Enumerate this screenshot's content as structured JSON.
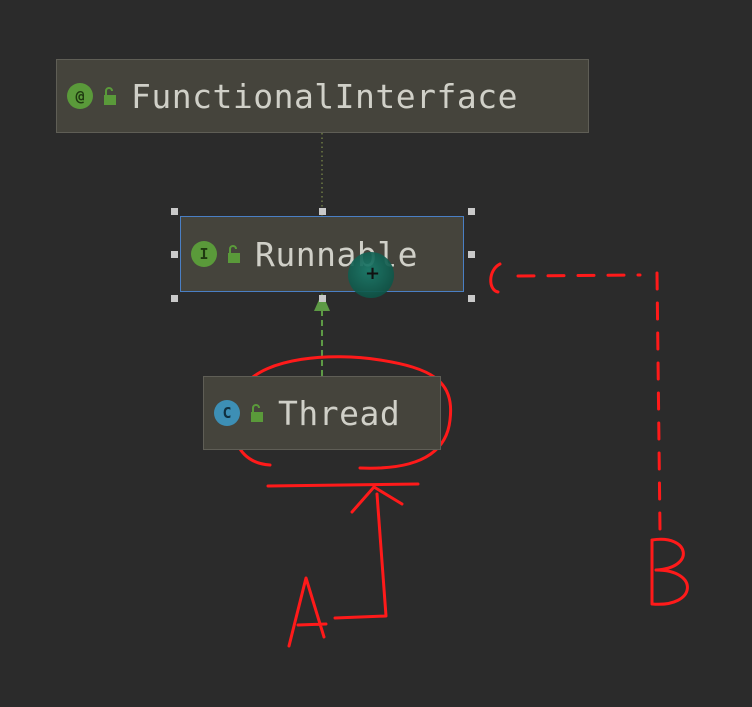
{
  "diagram": {
    "nodes": [
      {
        "id": "functional-interface",
        "label": "FunctionalInterface",
        "kind_icon": "annotation-icon",
        "kind_glyph": "@",
        "kind_color": "#5a9a3a"
      },
      {
        "id": "runnable",
        "label": "Runnable",
        "kind_icon": "interface-icon",
        "kind_glyph": "I",
        "kind_color": "#5a9a3a",
        "selected": true
      },
      {
        "id": "thread",
        "label": "Thread",
        "kind_icon": "class-icon",
        "kind_glyph": "C",
        "kind_color": "#3d8fb5"
      }
    ],
    "edges": [
      {
        "from": "runnable",
        "to": "functional-interface",
        "style": "dotted"
      },
      {
        "from": "thread",
        "to": "runnable",
        "style": "dashed-arrow",
        "color": "#5d9a45"
      }
    ]
  },
  "annotations": {
    "labels": [
      "A",
      "B"
    ],
    "color": "#ff1a1a"
  },
  "colors": {
    "background": "#2b2b2b",
    "node_fill": "#45443c",
    "selection_border": "#4a7fc4",
    "lock_green": "#5a9a3a"
  }
}
